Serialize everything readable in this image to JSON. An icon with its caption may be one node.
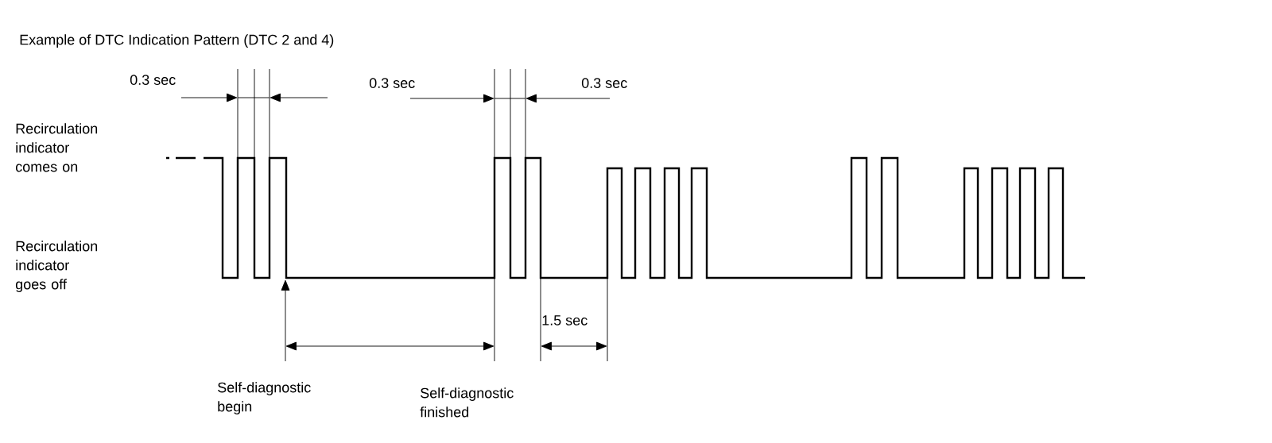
{
  "diagram": {
    "title": "Example of DTC Indication Pattern (DTC 2 and 4)",
    "labels": [
      "0.3 sec",
      "0.3 sec",
      "0.3 sec",
      "Recirculation indicator comes on",
      "Recirculation indicator goes off",
      "1.5 sec",
      "Self-diagnostic begin",
      "Self-diagnostic finished"
    ]
  }
}
